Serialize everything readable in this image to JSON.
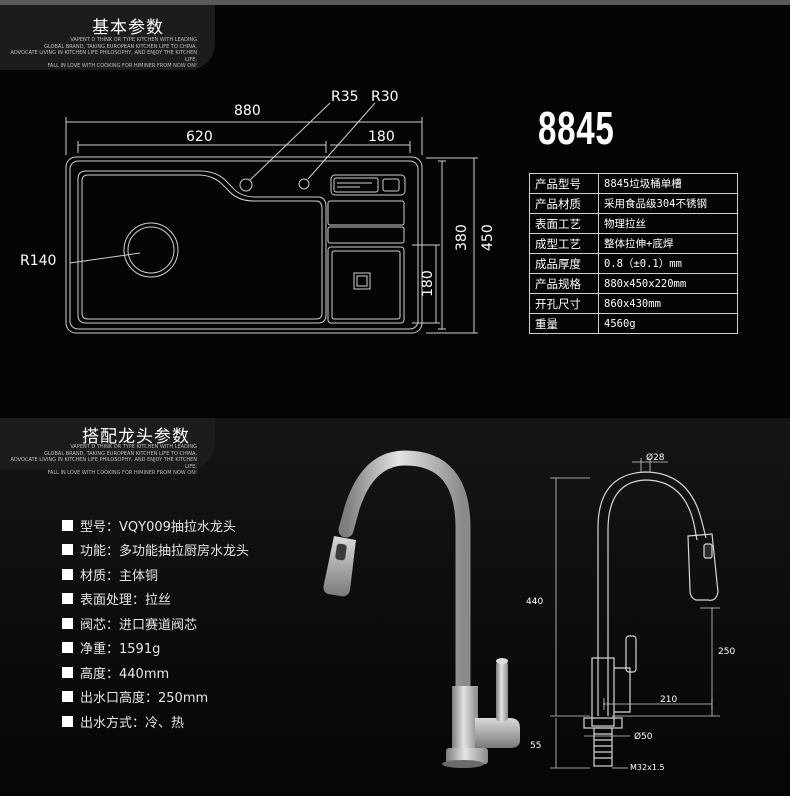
{
  "section1": {
    "title": "基本参数",
    "small_text": "VAPENT D THINK OR TYPE KITCHEN WITH LEADING\nGLOBAL BRAND, TAKING EUROPEAN KITCHEN LIFE TO CHINA,\nADVOCATE LIVING IN KITCHEN LIFE PHILOSOPHY, AND ENJOY THE KITCHEN LIFE,\nFALL IN LOVE WITH COOKING FOR HIMINER FROM NOW ON!"
  },
  "section2": {
    "title": "搭配龙头参数",
    "small_text": "VAPENT D THINK OR TYPE KITCHEN WITH LEADING\nGLOBAL BRAND, TAKING EUROPEAN KITCHEN LIFE TO CHINA,\nADVOCATE LIVING IN KITCHEN LIFE PHILOSOPHY, AND ENJOY THE KITCHEN LIFE,\nFALL IN LOVE WITH COOKING FOR HIMINER FROM NOW ON!"
  },
  "sink_dims": {
    "total_width": "880",
    "left_width": "620",
    "right_width": "180",
    "r35": "R35",
    "r30": "R30",
    "r140": "R140",
    "depth": "380",
    "height": "450",
    "side": "180"
  },
  "model": "8845",
  "specs": [
    {
      "k": "产品型号",
      "v": "8845垃圾桶单槽"
    },
    {
      "k": "产品材质",
      "v": "采用食品级304不锈钢"
    },
    {
      "k": "表面工艺",
      "v": "物理拉丝"
    },
    {
      "k": "成型工艺",
      "v": "整体拉伸+底焊"
    },
    {
      "k": "成品厚度",
      "v": "0.8（±0.1）mm"
    },
    {
      "k": "产品规格",
      "v": "880x450x220mm"
    },
    {
      "k": "开孔尺寸",
      "v": "860x430mm"
    },
    {
      "k": "重量",
      "v": "4560g"
    }
  ],
  "faucet_specs": [
    "型号：VQY009抽拉水龙头",
    "功能：多功能抽拉厨房水龙头",
    "材质：主体铜",
    "表面处理：拉丝",
    "阀芯：进口赛道阀芯",
    "净重：1591g",
    "高度：440mm",
    "出水口高度：250mm",
    "出水方式：冷、热"
  ],
  "faucet_dims": {
    "d28": "Ø28",
    "h440": "440",
    "h250": "250",
    "w210": "210",
    "h55": "55",
    "d50": "Ø50",
    "m32": "M32x1.5"
  },
  "colors": {
    "background": "#000000",
    "tab": "#1c1c1c",
    "line": "#d0d0d0"
  }
}
